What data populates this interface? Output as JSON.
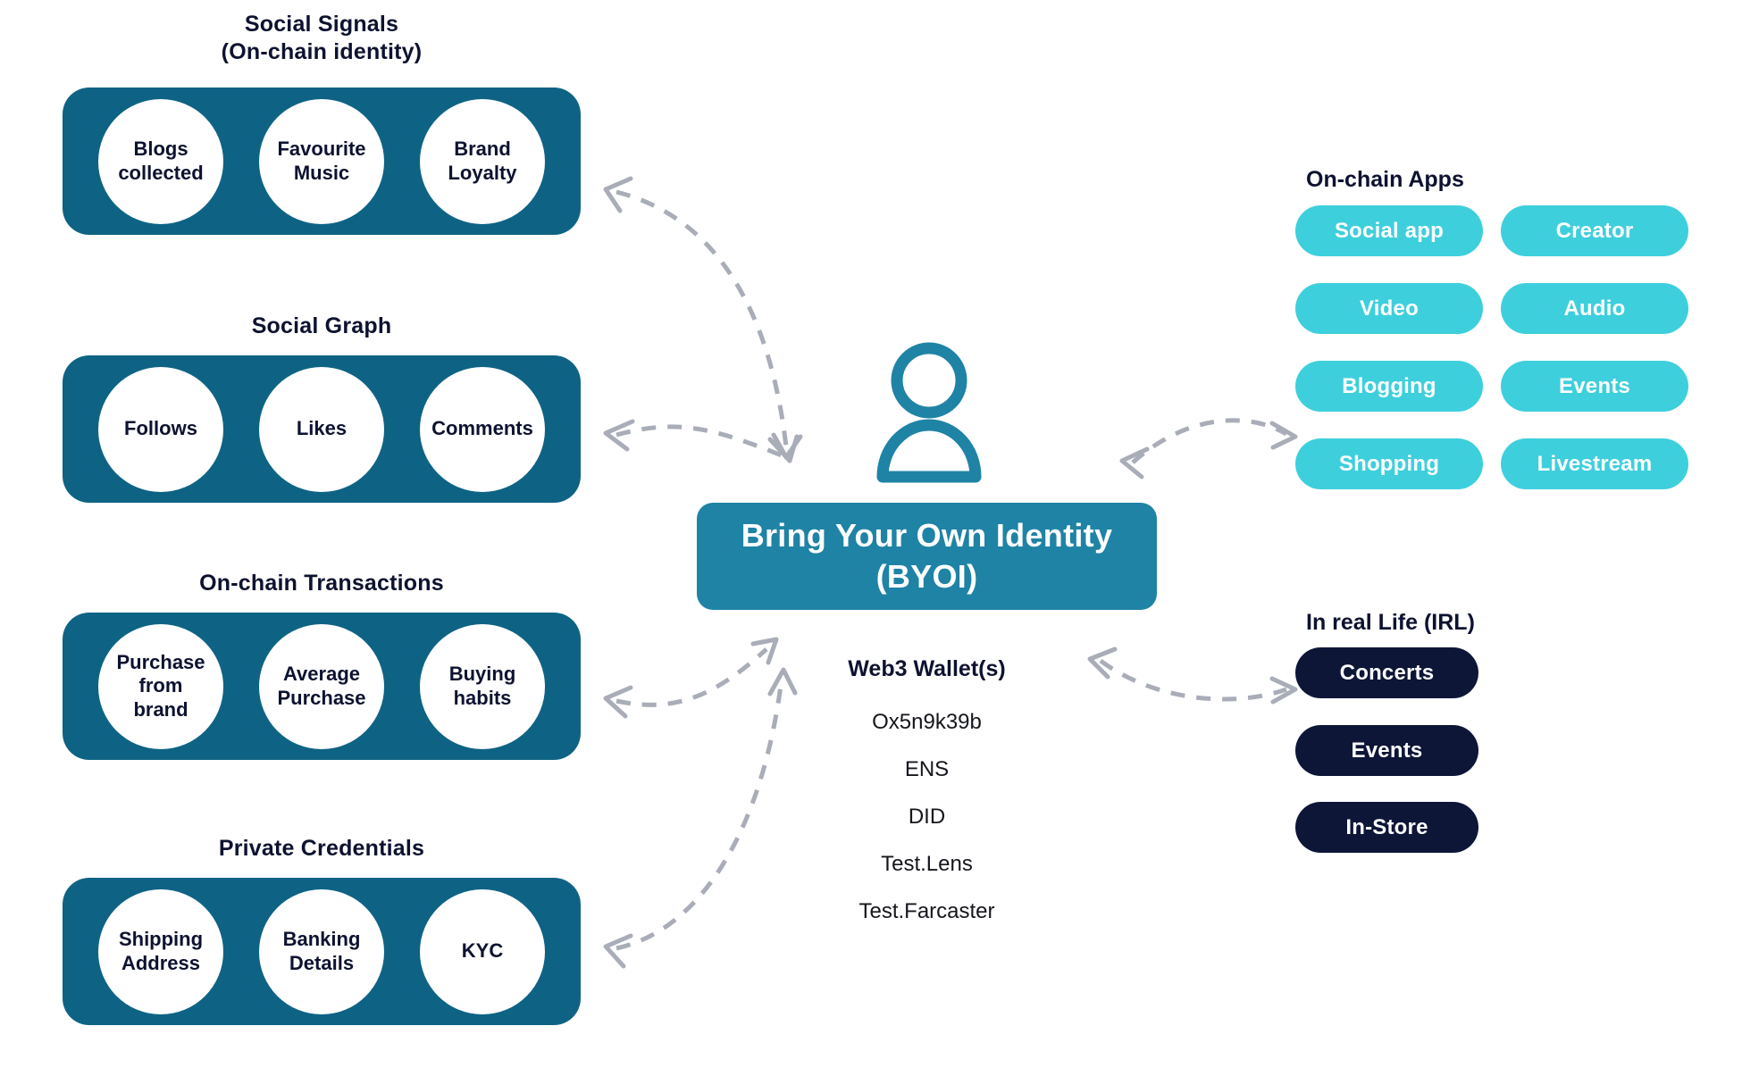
{
  "diagram": {
    "center": {
      "person_icon": "person-icon",
      "byoi_label": "Bring Your Own Identity\n(BYOI)",
      "wallet_title": "Web3 Wallet(s)",
      "wallets": [
        "Ox5n9k39b",
        "ENS",
        "DID",
        "Test.Lens",
        "Test.Farcaster"
      ]
    },
    "left_groups": [
      {
        "title": "Social Signals\n(On-chain identity)",
        "items": [
          "Blogs\ncollected",
          "Favourite\nMusic",
          "Brand\nLoyalty"
        ]
      },
      {
        "title": "Social Graph",
        "items": [
          "Follows",
          "Likes",
          "Comments"
        ]
      },
      {
        "title": "On-chain Transactions",
        "items": [
          "Purchase\nfrom\nbrand",
          "Average\nPurchase",
          "Buying\nhabits"
        ]
      },
      {
        "title": "Private Credentials",
        "items": [
          "Shipping\nAddress",
          "Banking\nDetails",
          "KYC"
        ]
      }
    ],
    "right_groups": [
      {
        "title": "On-chain Apps",
        "items": [
          "Social app",
          "Creator",
          "Video",
          "Audio",
          "Blogging",
          "Events",
          "Shopping",
          "Livestream"
        ]
      },
      {
        "title": "In real Life (IRL)",
        "items": [
          "Concerts",
          "Events",
          "In-Store"
        ]
      }
    ],
    "colors": {
      "panel_teal": "#0e6384",
      "byoi_teal": "#1f83a5",
      "app_pill": "#3ecfdd",
      "irl_pill": "#0d1637",
      "text_navy": "#0d1230",
      "arrow_grey": "#a9adb8",
      "background": "#ffffff"
    }
  }
}
